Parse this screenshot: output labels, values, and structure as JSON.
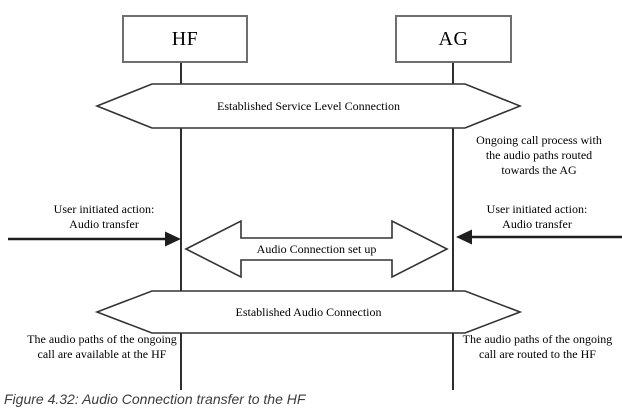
{
  "diagram": {
    "actors": {
      "left": "HF",
      "right": "AG"
    },
    "banners": {
      "service_level_connection": "Established Service Level Connection",
      "audio_connection": "Established Audio Connection"
    },
    "double_arrow_label": "Audio Connection set up",
    "notes": {
      "left_user_action": "User initiated action:\nAudio transfer",
      "right_user_action": "User initiated action:\nAudio transfer",
      "ongoing_call": "Ongoing call process with\nthe audio paths routed\ntowards the AG",
      "hf_result": "The audio paths of the ongoing\ncall are available at the HF",
      "ag_result": "The audio paths of the ongoing\ncall are routed to the HF"
    },
    "caption": "Figure 4.32: Audio Connection transfer to the HF",
    "colors": {
      "background": "#ffffff",
      "line": "#2e2e2e",
      "shape_stroke": "#333333",
      "shape_fill": "#ffffff",
      "box_border": "#6f6f6f",
      "text": "#000000",
      "caption_text": "#3c3c3c"
    }
  }
}
